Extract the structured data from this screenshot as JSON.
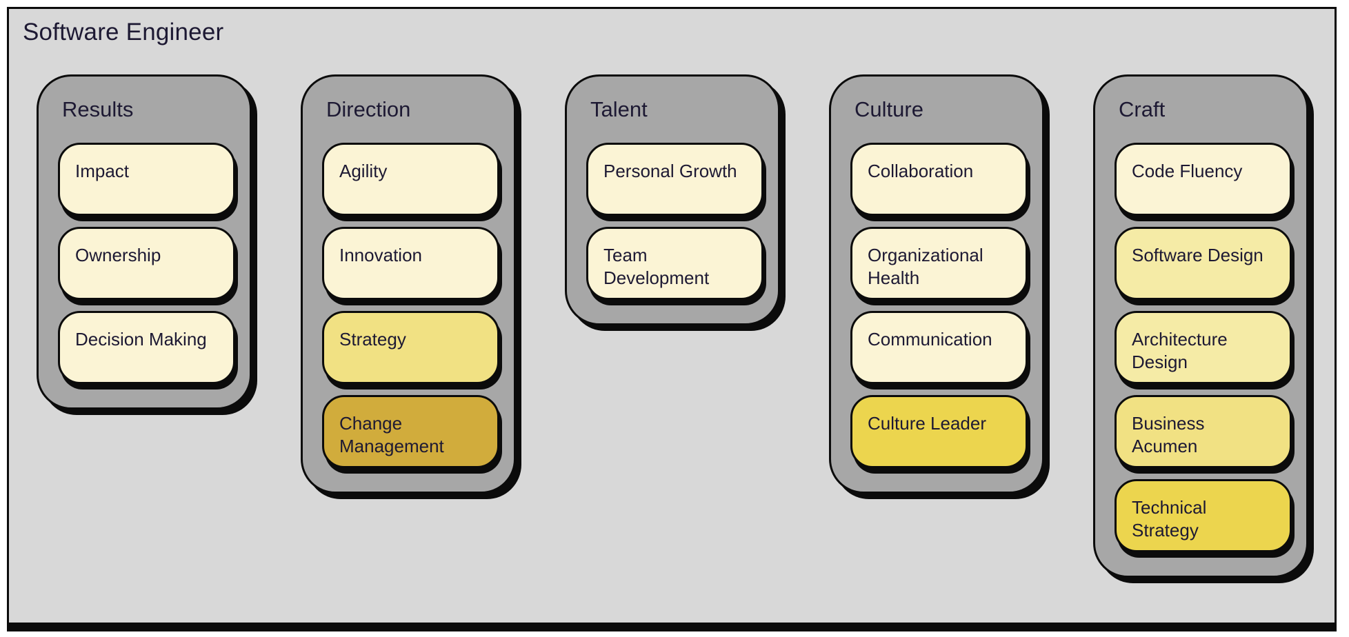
{
  "title": "Software Engineer",
  "colors": {
    "frame_bg": "#D8D8D8",
    "column_bg": "#A7A7A7",
    "border": "#0B0B0B",
    "text": "#1D1933",
    "tier1_cream": "#FBF4D5",
    "tier2_pale_yellow": "#F5EBA6",
    "tier3_medium_yellow": "#F1E183",
    "tier4_strong_yellow": "#ECD54E",
    "tier5_gold": "#D1AC3C"
  },
  "columns": [
    {
      "title": "Results",
      "cards": [
        {
          "label": "Impact",
          "tier": "tier1_cream"
        },
        {
          "label": "Ownership",
          "tier": "tier1_cream"
        },
        {
          "label": "Decision Making",
          "tier": "tier1_cream"
        }
      ]
    },
    {
      "title": "Direction",
      "cards": [
        {
          "label": "Agility",
          "tier": "tier1_cream"
        },
        {
          "label": "Innovation",
          "tier": "tier1_cream"
        },
        {
          "label": "Strategy",
          "tier": "tier3_medium_yellow"
        },
        {
          "label": "Change Management",
          "tier": "tier5_gold"
        }
      ]
    },
    {
      "title": "Talent",
      "cards": [
        {
          "label": "Personal Growth",
          "tier": "tier1_cream"
        },
        {
          "label": "Team Development",
          "tier": "tier1_cream"
        }
      ]
    },
    {
      "title": "Culture",
      "cards": [
        {
          "label": "Collaboration",
          "tier": "tier1_cream"
        },
        {
          "label": "Organizational Health",
          "tier": "tier1_cream"
        },
        {
          "label": "Communication",
          "tier": "tier1_cream"
        },
        {
          "label": "Culture Leader",
          "tier": "tier4_strong_yellow"
        }
      ]
    },
    {
      "title": "Craft",
      "cards": [
        {
          "label": "Code Fluency",
          "tier": "tier1_cream"
        },
        {
          "label": "Software Design",
          "tier": "tier2_pale_yellow"
        },
        {
          "label": "Architecture Design",
          "tier": "tier2_pale_yellow"
        },
        {
          "label": "Business Acumen",
          "tier": "tier3_medium_yellow"
        },
        {
          "label": "Technical Strategy",
          "tier": "tier4_strong_yellow"
        }
      ]
    }
  ]
}
